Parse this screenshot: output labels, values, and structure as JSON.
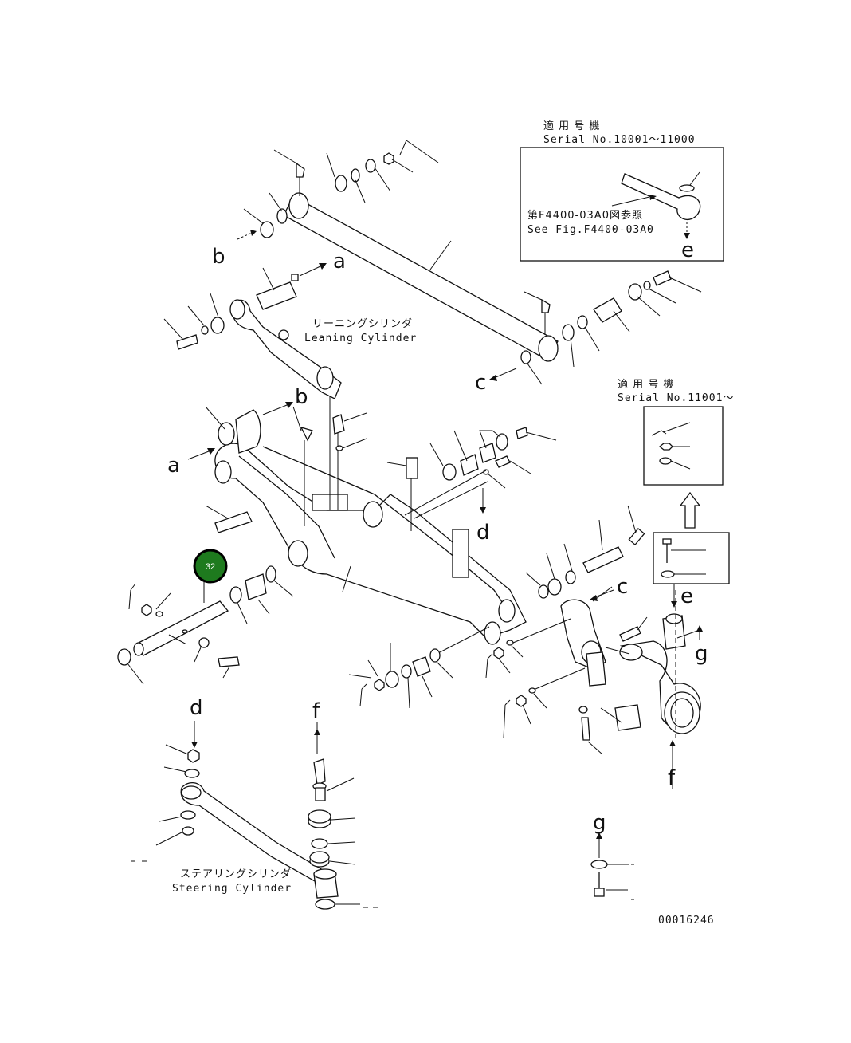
{
  "inset_top": {
    "heading_jp": "適 用 号 機",
    "heading_en": "Serial No.10001～11000",
    "ref_jp": "第F4400-03A0図参照",
    "ref_en": "See Fig.F4400-03A0",
    "ref_letter": "e"
  },
  "inset_right": {
    "heading_jp": "適 用 号 機",
    "heading_en": "Serial No.11001～"
  },
  "leaning_cylinder": {
    "label_jp": "リーニングシリンダ",
    "label_en": "Leaning Cylinder"
  },
  "steering_cylinder": {
    "label_jp": "ステアリングシリンダ",
    "label_en": "Steering Cylinder"
  },
  "callout": {
    "number": "32",
    "color": "#1e7a1e"
  },
  "ref_letters": {
    "a1": "a",
    "a2": "a",
    "b1": "b",
    "b2": "b",
    "c1": "c",
    "c2": "c",
    "d1": "d",
    "d2": "d",
    "e1": "e",
    "f1": "f",
    "f2": "f",
    "g1": "g",
    "g2": "g"
  },
  "figure_number": "00016246"
}
